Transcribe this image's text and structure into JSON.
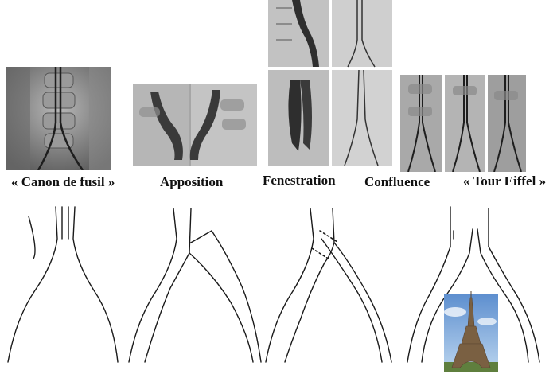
{
  "techniques": [
    {
      "id": "canon-de-fusil",
      "label": "« Canon de fusil »"
    },
    {
      "id": "apposition",
      "label": "Apposition"
    },
    {
      "id": "fenestration",
      "label": "Fenestration"
    },
    {
      "id": "confluence",
      "label": "Confluence"
    },
    {
      "id": "tour-eiffel",
      "label": "« Tour Eiffel »"
    }
  ],
  "colors": {
    "xray_bg": "#b9b9b9",
    "xray_dark": "#3a3a3a",
    "stent_fill": "#2e2e2e",
    "line": "#1a1a1a",
    "sky": "#6f9fd6",
    "tower": "#7a6042"
  },
  "icons": {
    "eiffel_photo": "eiffel-tower-photo"
  }
}
